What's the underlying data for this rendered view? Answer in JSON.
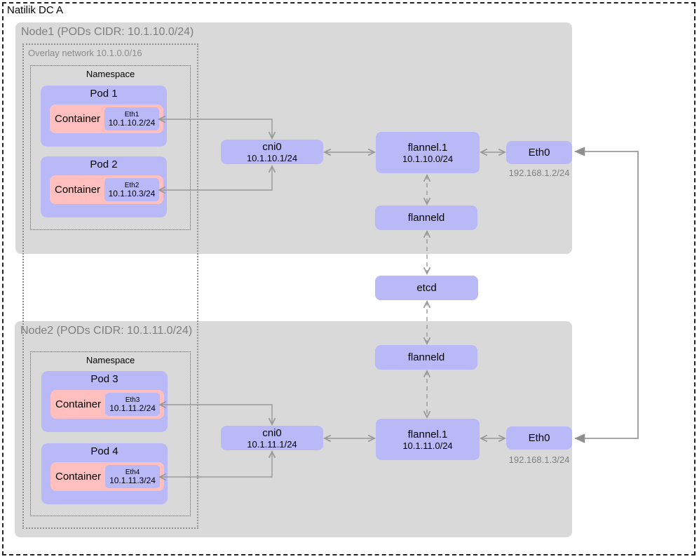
{
  "title": "Natilik DC A",
  "palette": {
    "node_fill": "#d9d9d9",
    "box_fill": "#b9b9f8",
    "container_fill": "#ffbfbf",
    "wire": "#999999",
    "muted_text": "#7f7f7f",
    "overlay_text": "#8a8a8a"
  },
  "etcd": {
    "label": "etcd"
  },
  "node1": {
    "title": "Node1 (PODs CIDR: 10.1.10.0/24)",
    "overlay_label": "Overlay network 10.1.0.0/16",
    "namespace_label": "Namespace",
    "pods": [
      {
        "title": "Pod 1",
        "container": "Container",
        "eth": "Eth1",
        "ip": "10.1.10.2/24"
      },
      {
        "title": "Pod 2",
        "container": "Container",
        "eth": "Eth2",
        "ip": "10.1.10.3/24"
      }
    ],
    "cni0": {
      "label": "cni0",
      "ip": "10.1.10.1/24"
    },
    "flannel": {
      "label": "flannel.1",
      "ip": "10.1.10.0/24"
    },
    "flanneld": {
      "label": "flanneld"
    },
    "eth0": {
      "label": "Eth0",
      "ip": "192.168.1.2/24"
    }
  },
  "node2": {
    "title": "Node2 (PODs CIDR: 10.1.11.0/24)",
    "namespace_label": "Namespace",
    "pods": [
      {
        "title": "Pod 3",
        "container": "Container",
        "eth": "Eth3",
        "ip": "10.1.11.2/24"
      },
      {
        "title": "Pod 4",
        "container": "Container",
        "eth": "Eth4",
        "ip": "10.1.11.3/24"
      }
    ],
    "cni0": {
      "label": "cni0",
      "ip": "10.1.11.1/24"
    },
    "flannel": {
      "label": "flannel.1",
      "ip": "10.1.11.0/24"
    },
    "flanneld": {
      "label": "flanneld"
    },
    "eth0": {
      "label": "Eth0",
      "ip": "192.168.1.3/24"
    }
  }
}
